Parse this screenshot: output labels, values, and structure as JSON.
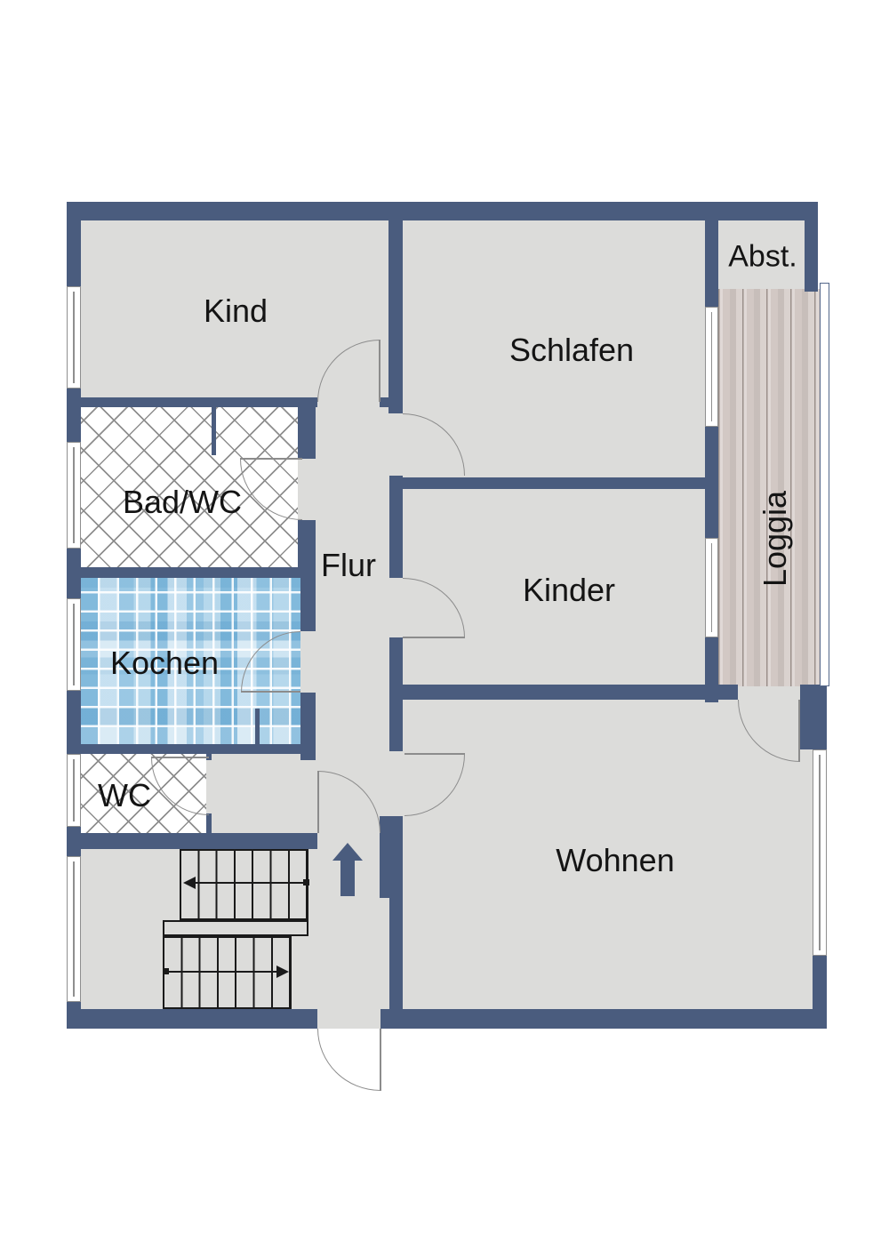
{
  "rooms": {
    "kind": {
      "label": "Kind"
    },
    "schlafen": {
      "label": "Schlafen"
    },
    "abst": {
      "label": "Abst."
    },
    "loggia": {
      "label": "Loggia"
    },
    "bad_wc": {
      "label": "Bad/WC"
    },
    "flur": {
      "label": "Flur"
    },
    "kinder": {
      "label": "Kinder"
    },
    "kochen": {
      "label": "Kochen"
    },
    "wc": {
      "label": "WC"
    },
    "wohnen": {
      "label": "Wohnen"
    }
  },
  "icons": {
    "entrance_direction": "arrow-up",
    "stair_upper_run_direction": "arrow-left",
    "stair_lower_run_direction": "arrow-right"
  },
  "colors": {
    "wall": "#4a5c7e",
    "floor": "#dcdcda",
    "kitchen_tile_blue": "#7db8dc",
    "loggia_wood": "#d2c8c4",
    "arrow_blue": "#4a5c7e",
    "stair_line": "#1a1a1a",
    "door_line": "#8c8c8c"
  }
}
